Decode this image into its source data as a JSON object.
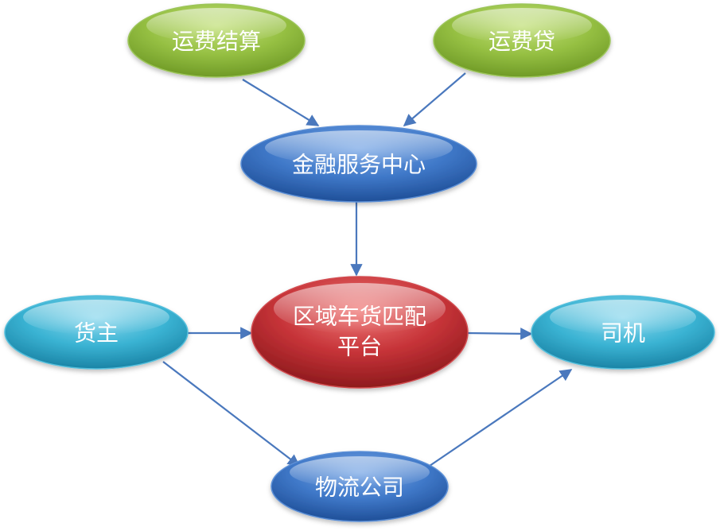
{
  "nodes": {
    "freight_settlement": {
      "label": "运费结算"
    },
    "freight_loan": {
      "label": "运费贷"
    },
    "finance_center": {
      "label": "金融服务中心"
    },
    "platform": {
      "label_line1": "区域车货匹配",
      "label_line2": "平台"
    },
    "shipper": {
      "label": "货主"
    },
    "driver": {
      "label": "司机"
    },
    "logistics": {
      "label": "物流公司"
    }
  },
  "colors": {
    "green": "#8cb83a",
    "blue_dark": "#2f67b7",
    "red": "#b8282c",
    "cyan": "#2ea8c9",
    "arrow": "#4a78bd"
  }
}
